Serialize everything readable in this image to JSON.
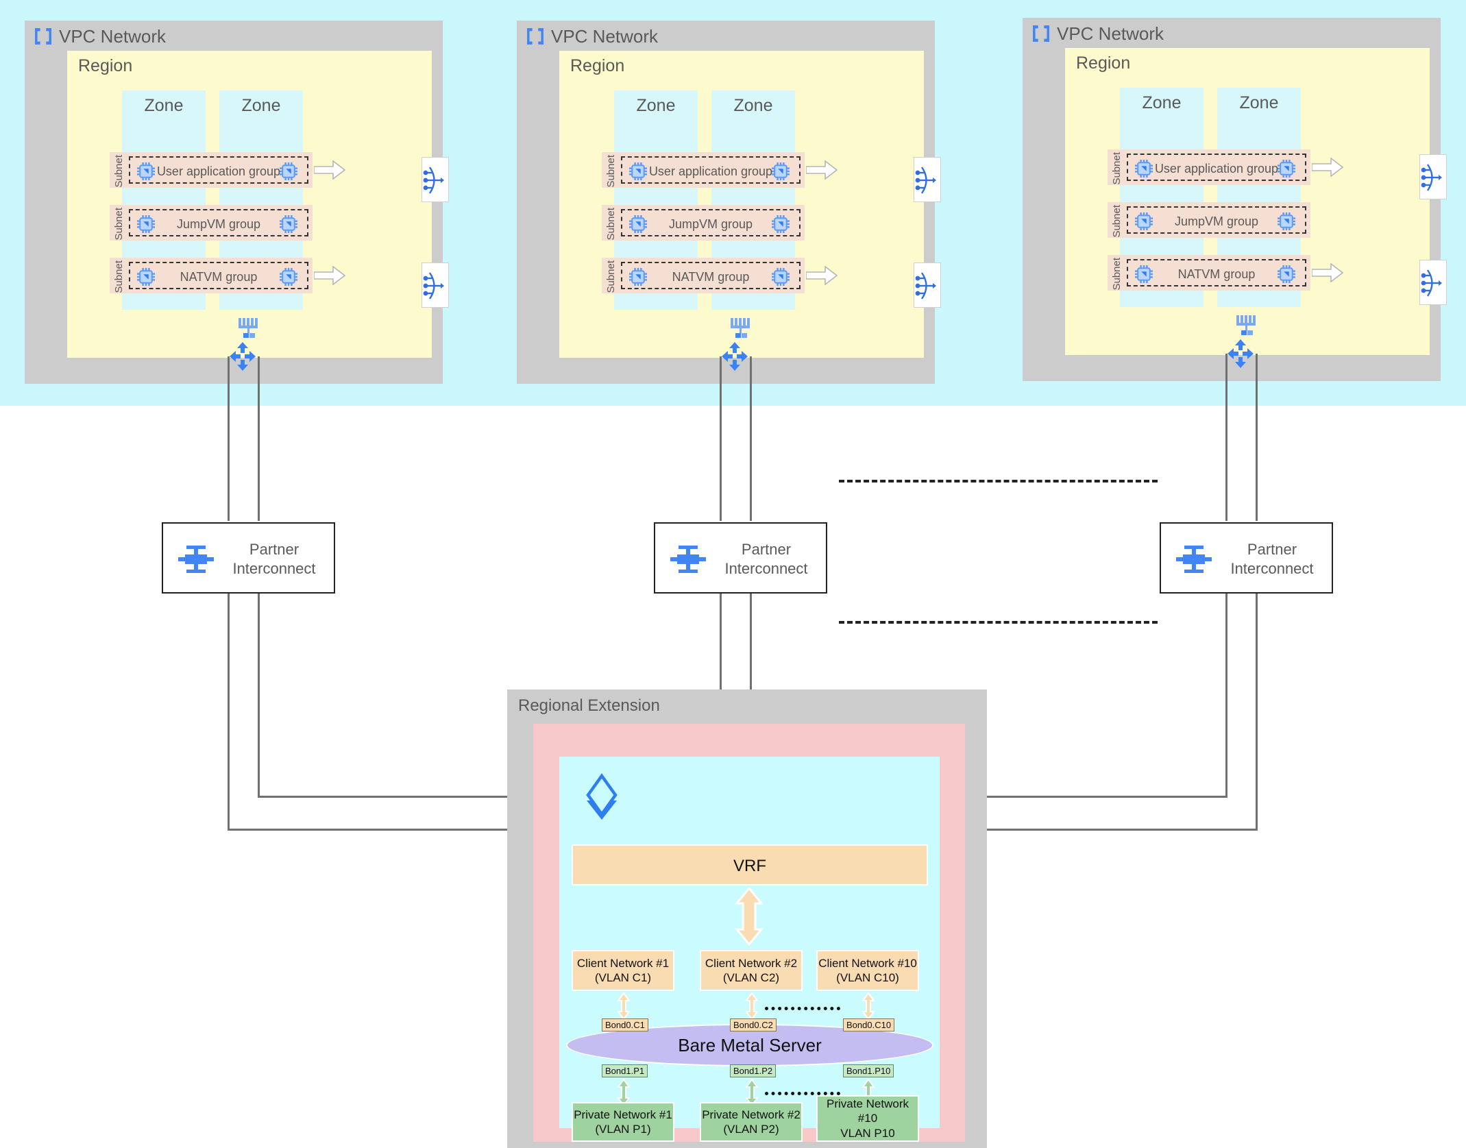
{
  "diagram": {
    "title": "Multi-region VPC with Partner Interconnect to Regional Extension Bare Metal Server",
    "colors": {
      "cloud_band": "#c9f7fb",
      "vpc_gray": "#cccccc",
      "region_yellow": "#fdfbcd",
      "zone_cyan": "#d7f7fa",
      "subnet_peach": "#f5ded2",
      "vrf_orange": "#fadcb3",
      "bms_purple": "#c3bdf2",
      "private_green": "#9ed3a0",
      "rx_pink": "#f7c9c9",
      "rx_cyan": "#c9fbff",
      "line_gray": "#707070",
      "icon_blue": "#4285f4"
    }
  },
  "vpcs": [
    {
      "title": "VPC Network",
      "region_label": "Region",
      "zones": [
        "Zone",
        "Zone"
      ],
      "subnets": [
        {
          "label": "Subnet",
          "group": "User application group",
          "has_lb": true
        },
        {
          "label": "Subnet",
          "group": "JumpVM group",
          "has_lb": false
        },
        {
          "label": "Subnet",
          "group": "NATVM group",
          "has_lb": true
        }
      ],
      "switch_icon": "switch-icon",
      "router_icon": "cloud-router-icon",
      "vpc_icon": "vpc-network-icon"
    },
    {
      "title": "VPC Network",
      "region_label": "Region",
      "zones": [
        "Zone",
        "Zone"
      ],
      "subnets": [
        {
          "label": "Subnet",
          "group": "User application group",
          "has_lb": true
        },
        {
          "label": "Subnet",
          "group": "JumpVM group",
          "has_lb": false
        },
        {
          "label": "Subnet",
          "group": "NATVM group",
          "has_lb": true
        }
      ],
      "switch_icon": "switch-icon",
      "router_icon": "cloud-router-icon",
      "vpc_icon": "vpc-network-icon"
    },
    {
      "title": "VPC Network",
      "region_label": "Region",
      "zones": [
        "Zone",
        "Zone"
      ],
      "subnets": [
        {
          "label": "Subnet",
          "group": "User application group",
          "has_lb": true
        },
        {
          "label": "Subnet",
          "group": "JumpVM group",
          "has_lb": false
        },
        {
          "label": "Subnet",
          "group": "NATVM group",
          "has_lb": true
        }
      ],
      "switch_icon": "switch-icon",
      "router_icon": "cloud-router-icon",
      "vpc_icon": "vpc-network-icon"
    }
  ],
  "partner_interconnects": [
    {
      "label": "Partner\nInterconnect",
      "icon": "partner-interconnect-icon"
    },
    {
      "label": "Partner\nInterconnect",
      "icon": "partner-interconnect-icon"
    },
    {
      "label": "Partner\nInterconnect",
      "icon": "partner-interconnect-icon"
    }
  ],
  "regional_extension": {
    "title": "Regional Extension",
    "layers_icon": "bare-metal-layers-icon",
    "vrf": {
      "label": "VRF"
    },
    "client_networks": [
      {
        "label": "Client Network #1\n(VLAN C1)"
      },
      {
        "label": "Client Network #2\n(VLAN C2)"
      },
      {
        "label": "Client Network #10\n(VLAN C10)"
      }
    ],
    "bond_c": [
      "Bond0.C1",
      "Bond0.C2",
      "Bond0.C10"
    ],
    "server": {
      "label": "Bare Metal Server"
    },
    "bond_p": [
      "Bond1.P1",
      "Bond1.P2",
      "Bond1.P10"
    ],
    "private_networks": [
      {
        "label": "Private Network #1\n(VLAN P1)"
      },
      {
        "label": "Private Network #2\n(VLAN P2)"
      },
      {
        "label": "Private Network\n#10\nVLAN P10"
      }
    ]
  }
}
